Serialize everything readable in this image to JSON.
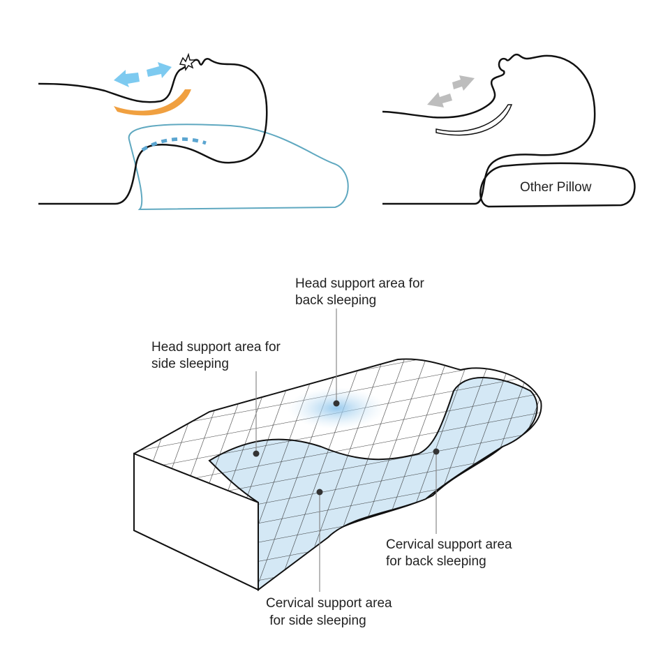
{
  "top_right": {
    "pillow_label": "Other Pillow"
  },
  "callouts": {
    "head_back": [
      "Head support area for",
      "back sleeping"
    ],
    "head_side": [
      "Head support area for",
      "side sleeping"
    ],
    "cervical_back": [
      "Cervical support area",
      "for back sleeping"
    ],
    "cervical_side": [
      "Cervical support area",
      " for side sleeping"
    ]
  },
  "colors": {
    "line": "#111111",
    "pillow_outline": "#5fa8c0",
    "arrow_blue": "#7dcaf0",
    "orange": "#f0a040",
    "gray_arrow": "#bdbdbd",
    "pillow_fill": "#d4e8f5"
  }
}
